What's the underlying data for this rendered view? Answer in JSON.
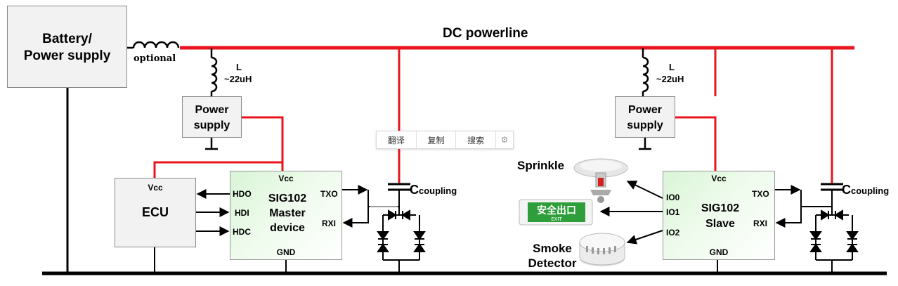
{
  "powerline_label": "DC powerline",
  "battery": {
    "line1": "Battery/",
    "line2": "Power supply"
  },
  "optional_label": "optional",
  "inductor": {
    "name": "L",
    "value": "~22uH"
  },
  "power_supply": {
    "line1": "Power",
    "line2": "supply"
  },
  "ecu": {
    "vcc": "Vcc",
    "title": "ECU"
  },
  "master": {
    "vcc": "Vcc",
    "line1": "SIG102",
    "line2": "Master",
    "line3": "device",
    "gnd": "GND",
    "txo": "TXO",
    "rxi": "RXI",
    "pins": [
      "HDO",
      "HDI",
      "HDC"
    ]
  },
  "slave": {
    "vcc": "Vcc",
    "line1": "SIG102",
    "line2": "Slave",
    "gnd": "GND",
    "txo": "TXO",
    "rxi": "RXI",
    "pins": [
      "IO0",
      "IO1",
      "IO2"
    ]
  },
  "coupling": {
    "prefix": "C",
    "suffix": "coupling"
  },
  "devices": {
    "sprinkle": "Sprinkle",
    "smoke1": "Smoke",
    "smoke2": "Detector",
    "exit_cn": "安全出口",
    "exit_en": "EXIT"
  },
  "toolbar": {
    "translate": "翻译",
    "copy": "复制",
    "search": "搜索"
  },
  "colors": {
    "powerline": "#e8141e",
    "wire": "#000000",
    "box_green": "#d9f5d6",
    "box_gray": "#f2f2f2",
    "exit_green": "#2e9e3a"
  }
}
